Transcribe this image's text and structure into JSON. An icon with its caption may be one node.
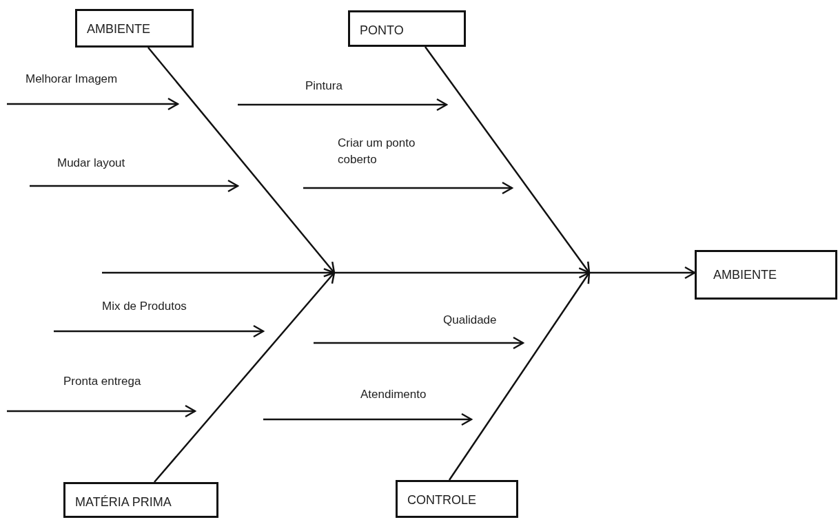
{
  "diagram": {
    "nodes": [
      {
        "text": [
          "AMBIENTE"
        ]
      },
      {
        "text": [
          "PONTO"
        ]
      },
      {
        "text": [
          "AMBIENTE"
        ]
      },
      {
        "text": [
          "MATÉRIA PRIMA"
        ]
      },
      {
        "text": [
          "CONTROLE"
        ]
      }
    ],
    "edges": [
      {
        "from": null,
        "to": 2,
        "arrow": "to"
      },
      {
        "from": 0,
        "to": null,
        "arrow": "to"
      },
      {
        "from": 3,
        "to": null,
        "arrow": "to"
      },
      {
        "from": 1,
        "to": null,
        "arrow": "to"
      },
      {
        "from": 4,
        "to": null,
        "arrow": "to"
      }
    ],
    "labels": [
      "Melhorar Imagem",
      "Pintura",
      "Mudar layout",
      "Criar um ponto coberto",
      "Mix de Produtos",
      "Qualidade",
      "Pronta entrega",
      "Atendimento"
    ]
  }
}
